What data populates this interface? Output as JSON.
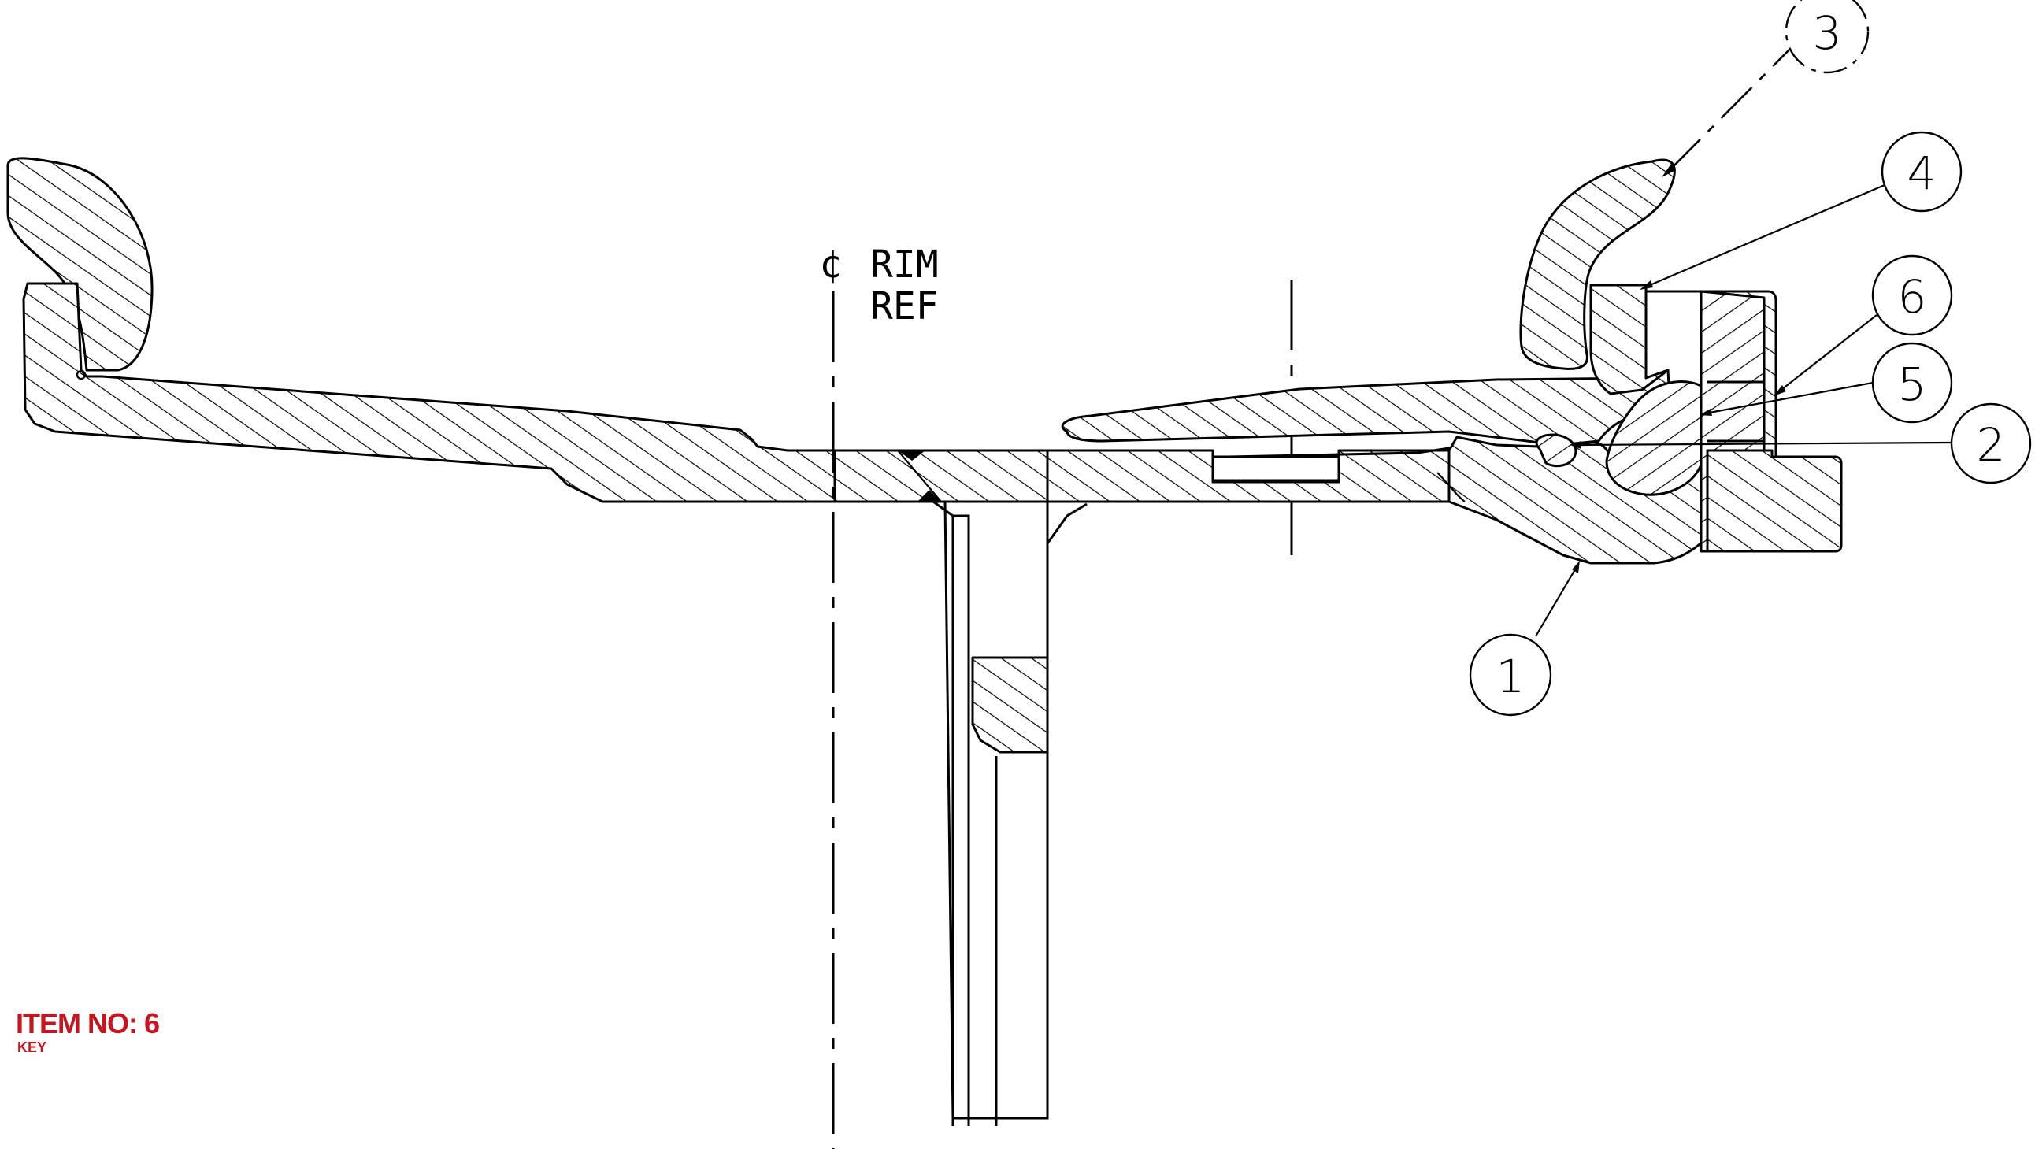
{
  "callouts": [
    {
      "num": "1",
      "style": "solid"
    },
    {
      "num": "2",
      "style": "solid"
    },
    {
      "num": "3",
      "style": "phantom"
    },
    {
      "num": "4",
      "style": "solid"
    },
    {
      "num": "5",
      "style": "solid"
    },
    {
      "num": "6",
      "style": "solid"
    }
  ],
  "centerline": {
    "symbol": "¢",
    "label_line1": "RIM",
    "label_line2": "REF"
  },
  "item_label": {
    "title": "ITEM NO: 6",
    "subtitle": "KEY",
    "color": "#c8141e"
  }
}
